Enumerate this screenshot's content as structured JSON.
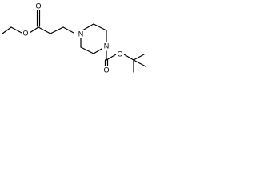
{
  "molecule": {
    "atoms": {
      "ester_carbonyl_oxygen": "O",
      "ester_ether_oxygen": "O",
      "piperazine_n_upper": "N",
      "piperazine_n_lower": "N",
      "carbamate_ether_oxygen": "O",
      "carbamate_carbonyl_oxygen": "O"
    }
  }
}
